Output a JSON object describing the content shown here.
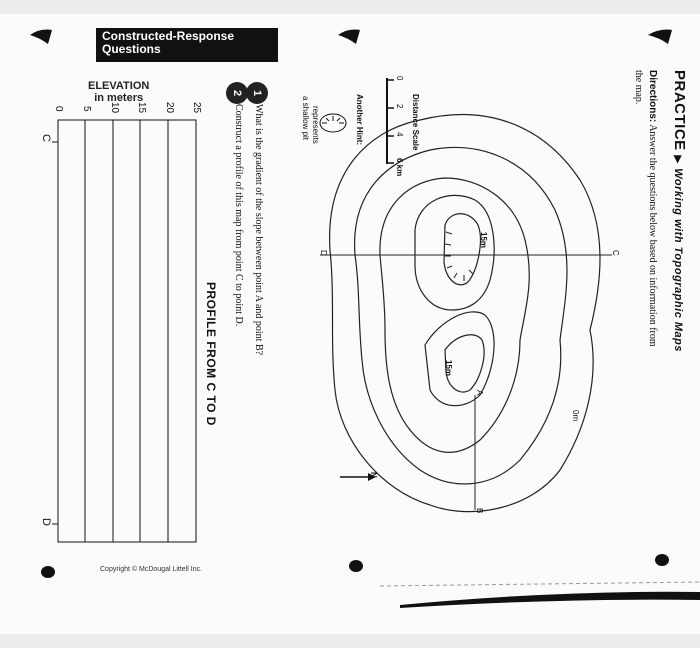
{
  "header": {
    "practice": "PRACTICE",
    "arrow": "▶",
    "topic": "Working with Topographic Maps",
    "directions_label": "Directions:",
    "directions_text": "Answer the questions below based on information from",
    "directions_text2": "the map."
  },
  "legend": {
    "distance_scale_label": "Distance Scale",
    "scale_ticks": [
      "0",
      "2",
      "4",
      "6 km"
    ],
    "hint_label": "Another Hint:",
    "hint_text1": "represents",
    "hint_text2": "a shallow pit"
  },
  "map": {
    "point_labels": [
      "C",
      "D",
      "A",
      "B"
    ],
    "contour_labels": [
      "0m",
      "15m",
      "15m"
    ],
    "north_label": "N"
  },
  "section": {
    "title_line1": "Constructed-Response",
    "title_line2": "Questions"
  },
  "questions": [
    {
      "number": "1",
      "text": "What is the gradient of the slope between point A and point B?"
    },
    {
      "number": "2",
      "text": "Construct a profile of this map from point C to point D."
    }
  ],
  "profile": {
    "title": "PROFILE FROM C TO D",
    "y_label_line1": "ELEVATION",
    "y_label_line2": "in meters",
    "y_ticks": [
      "0",
      "5",
      "10",
      "15",
      "20",
      "25"
    ],
    "start_label": "C",
    "end_label": "D"
  },
  "footer": {
    "copyright": "Copyright © McDougal Littell Inc."
  }
}
